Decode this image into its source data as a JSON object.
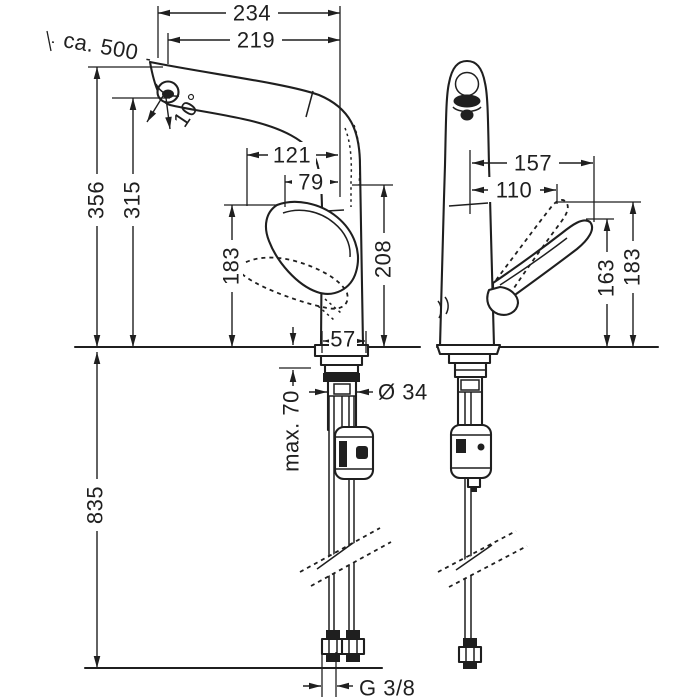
{
  "drawing": {
    "kind": "faucet installation dimension drawing",
    "line_color": "#1f1f1f",
    "background_color": "#ffffff"
  },
  "labels": {
    "width_overall": "234",
    "width_spout": "219",
    "hose_extension": "ca. 500",
    "spout_angle": "10°",
    "height_overall": "356",
    "height_outlet": "315",
    "handle_reach": "121",
    "handle_reach_inner": "79",
    "handle_height": "183",
    "body_height": "208",
    "base_width": "57",
    "mounting_depth": "max. 70",
    "hole_diameter": "Ø 34",
    "hose_length": "835",
    "thread": "G 3/8",
    "depth_overall": "157",
    "depth_inner": "110",
    "side_handle_grip_height": "163",
    "side_handle_height": "183"
  }
}
